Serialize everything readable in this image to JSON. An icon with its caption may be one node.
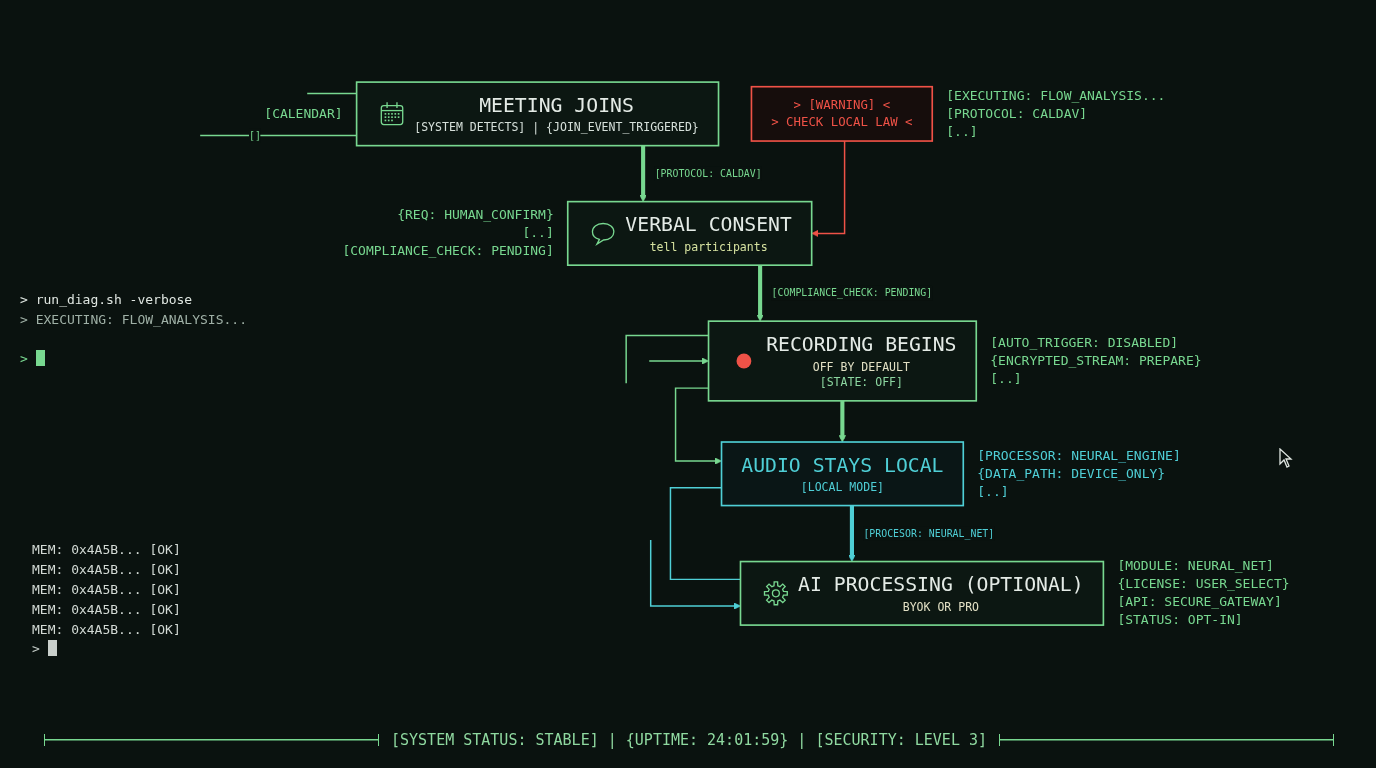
{
  "diagram": {
    "nodes": [
      {
        "text": [
          "MEETING JOINS",
          "[SYSTEM DETECTS] | {JOIN_EVENT_TRIGGERED}"
        ],
        "beside": [
          "[EXECUTING: FLOW_ANALYSIS...",
          "[PROTOCOL: CALDAV]",
          "[..]"
        ]
      },
      {
        "text": [
          "VERBAL CONSENT",
          "tell participants"
        ],
        "beside": [
          "{REQ: HUMAN_CONFIRM}",
          "[..]",
          "[COMPLIANCE_CHECK: PENDING]"
        ]
      },
      {
        "text": [
          "> [WARNING] <",
          "> CHECK LOCAL LAW <"
        ]
      },
      {
        "text": [
          "RECORDING BEGINS",
          "OFF BY DEFAULT",
          "[STATE: OFF]"
        ],
        "beside": [
          "[AUTO_TRIGGER: DISABLED]",
          "{ENCRYPTED_STREAM: PREPARE}",
          "[..]"
        ]
      },
      {
        "text": [
          "AUDIO STAYS LOCAL",
          "[LOCAL MODE]"
        ],
        "beside": [
          "[PROCESSOR: NEURAL_ENGINE]",
          "{DATA_PATH: DEVICE_ONLY}",
          "[..]"
        ]
      },
      {
        "text": [
          "AI PROCESSING (OPTIONAL)",
          "BYOK OR PRO"
        ],
        "beside": [
          "[MODULE: NEURAL_NET]",
          "{LICENSE: USER_SELECT}",
          "[API: SECURE_GATEWAY]",
          "[STATUS: OPT-IN]"
        ]
      }
    ],
    "edges": [
      {
        "from": 0,
        "to": 1,
        "arrow": "to",
        "label": "[PROTOCOL: CALDAV]",
        "style": "thick"
      },
      {
        "from": 2,
        "to": 1,
        "arrow": "to",
        "color": "#ef5247"
      },
      {
        "from": 1,
        "to": 3,
        "arrow": "to",
        "label": "[COMPLIANCE_CHECK: PENDING]",
        "style": "thick"
      },
      {
        "from": 3,
        "to": 4,
        "arrow": "to",
        "style": "thick"
      },
      {
        "from": 4,
        "to": 5,
        "arrow": "to",
        "label": "[PROCESOR: NEURAL_NET]",
        "style": "thick",
        "color": "#4fcfd6"
      },
      {
        "from": null,
        "to": 0,
        "arrow": "none"
      },
      {
        "from": null,
        "to": 0,
        "arrow": "none",
        "label": "[]"
      },
      {
        "from": null,
        "to": 3,
        "arrow": "none"
      },
      {
        "from": null,
        "to": 3,
        "arrow": "to"
      },
      {
        "from": 3,
        "to": 4,
        "arrow": "to"
      },
      {
        "from": 4,
        "to": 5,
        "arrow": "none",
        "color": "#4fcfd6"
      },
      {
        "from": null,
        "to": 5,
        "arrow": "to",
        "color": "#4fcfd6"
      }
    ],
    "labels": [
      "[CALENDAR]",
      "> run_diag.sh -verbose",
      "> EXECUTING: FLOW_ANALYSIS...",
      ">",
      "MEM: 0x4A5B... [OK]",
      "MEM: 0x4A5B... [OK]",
      "MEM: 0x4A5B... [OK]",
      "MEM: 0x4A5B... [OK]",
      "MEM: 0x4A5B... [OK]",
      ">",
      "[SYSTEM STATUS: STABLE] | {UPTIME: 24:01:59} | [SECURITY: LEVEL 3]"
    ]
  }
}
